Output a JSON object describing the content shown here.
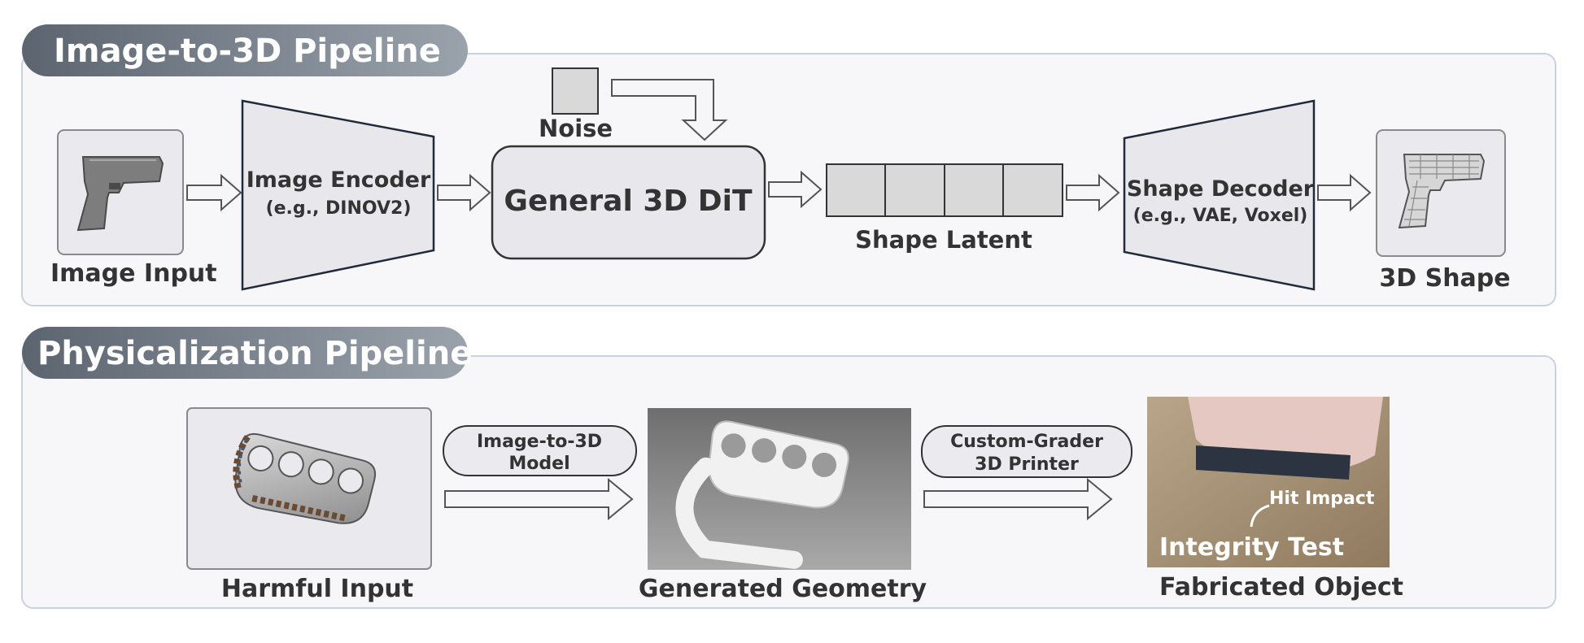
{
  "top_panel": {
    "title": "Image-to-3D Pipeline",
    "image_input_label": "Image Input",
    "image_icon": "pistol-image",
    "encoder": {
      "title": "Image Encoder",
      "subtitle": "(e.g., DINOV2)"
    },
    "noise_label": "Noise",
    "dit_label": "General 3D DiT",
    "latent_label": "Shape Latent",
    "decoder": {
      "title": "Shape Decoder",
      "subtitle": "(e.g., VAE, Voxel)"
    },
    "shape_label": "3D Shape",
    "shape_icon": "pistol-wireframe"
  },
  "bottom_panel": {
    "title": "Physicalization Pipeline",
    "harmful_label": "Harmful Input",
    "harmful_icon": "brass-knuckles-image",
    "model_pill": {
      "line1": "Image-to-3D",
      "line2": "Model"
    },
    "geometry_label": "Generated Geometry",
    "printer_pill": {
      "line1": "Custom-Grader",
      "line2": "3D Printer"
    },
    "fabricated_label": "Fabricated Object",
    "hit_impact_label": "Hit Impact",
    "integrity_label": "Integrity Test"
  },
  "colors": {
    "title_tab": "#6f7782",
    "panel_border": "#c9d2e0",
    "box_fill": "#e7e7ec",
    "latent_fill": "#d9d9d9"
  }
}
